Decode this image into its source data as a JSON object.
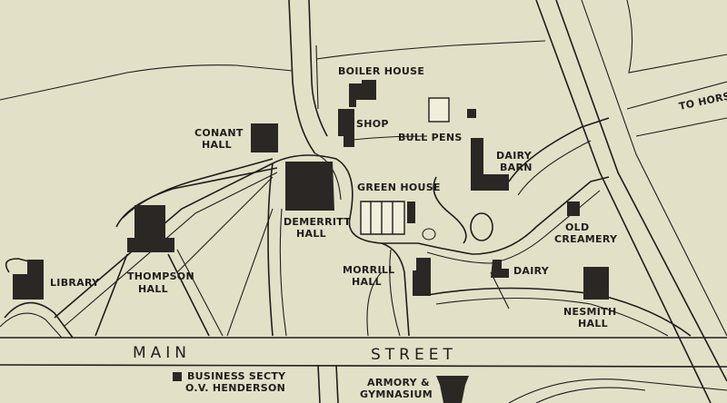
{
  "colors": {
    "paper": "#e3e0c8",
    "ink": "#1e1d1a"
  },
  "labels": {
    "boiler_house": "BOILER HOUSE",
    "shop": "SHOP",
    "conant_hall_line1": "CONANT",
    "conant_hall_line2": "HALL",
    "bull_pens": "BULL PENS",
    "dairy_barn_line1": "DAIRY",
    "dairy_barn_line2": "BARN",
    "to_horse": "TO HORS",
    "green_house": "GREEN HOUSE",
    "demerritt_line1": "DEMERRITT",
    "demerritt_line2": "HALL",
    "old_creamery_line1": "OLD",
    "old_creamery_line2": "CREAMERY",
    "thompson_line1": "THOMPSON",
    "thompson_line2": "HALL",
    "library": "LIBRARY",
    "morrill_line1": "MORRILL",
    "morrill_line2": "HALL",
    "dairy": "DAIRY",
    "nesmith_line1": "NESMITH",
    "nesmith_line2": "HALL",
    "main": "MAIN",
    "street": "STREET",
    "business_line1": "BUSINESS SECTY",
    "business_line2": "O.V. HENDERSON",
    "armory_line1": "ARMORY &",
    "armory_line2": "GYMNASIUM"
  }
}
